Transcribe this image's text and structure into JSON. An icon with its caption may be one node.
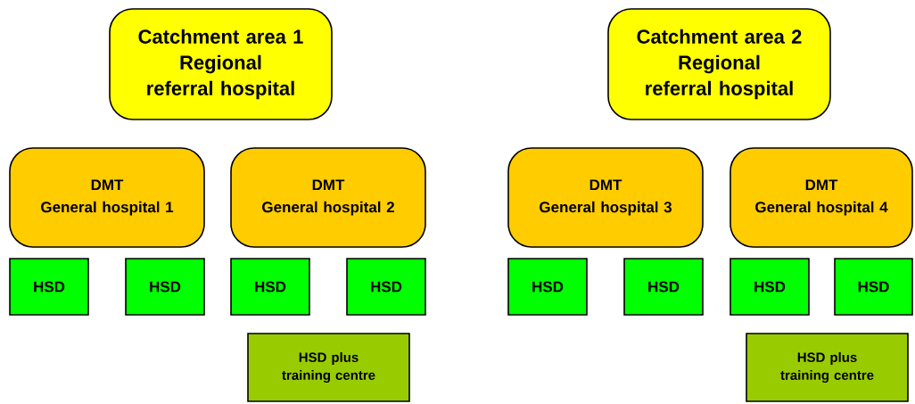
{
  "diagram": {
    "nodes": [
      {
        "text": [
          "Catchment area 1",
          "Regional referral hospital"
        ]
      },
      {
        "text": [
          "Catchment area 2",
          "Regional referral hospital"
        ]
      },
      {
        "text": [
          "DMT",
          "General hospital 1"
        ]
      },
      {
        "text": [
          "DMT",
          "General hospital 2"
        ]
      },
      {
        "text": [
          "DMT",
          "General hospital 3"
        ]
      },
      {
        "text": [
          "DMT",
          "General hospital 4"
        ]
      },
      {
        "text": [
          "HSD"
        ]
      },
      {
        "text": [
          "HSD"
        ]
      },
      {
        "text": [
          "HSD"
        ]
      },
      {
        "text": [
          "HSD"
        ]
      },
      {
        "text": [
          "HSD"
        ]
      },
      {
        "text": [
          "HSD"
        ]
      },
      {
        "text": [
          "HSD"
        ]
      },
      {
        "text": [
          "HSD"
        ]
      },
      {
        "text": [
          "HSD plus training centre"
        ]
      },
      {
        "text": [
          "HSD plus training centre"
        ]
      }
    ]
  }
}
